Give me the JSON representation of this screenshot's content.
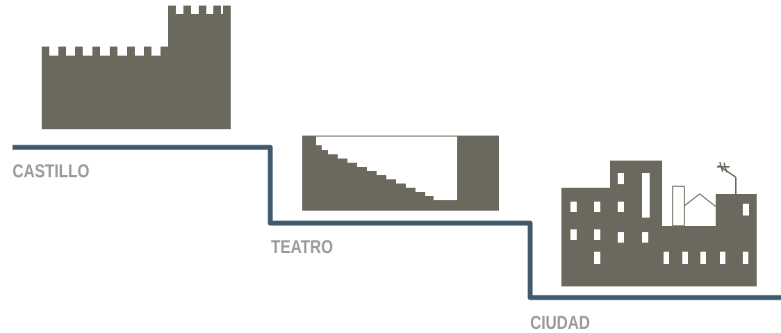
{
  "labels": {
    "castle": "CASTILLO",
    "theater": "TEATRO",
    "city": "CIUDAD"
  },
  "colors": {
    "building": "#6b695d",
    "ground_line": "#3f5a6e",
    "label_text": "#9a9a9c",
    "background": "#ffffff"
  }
}
